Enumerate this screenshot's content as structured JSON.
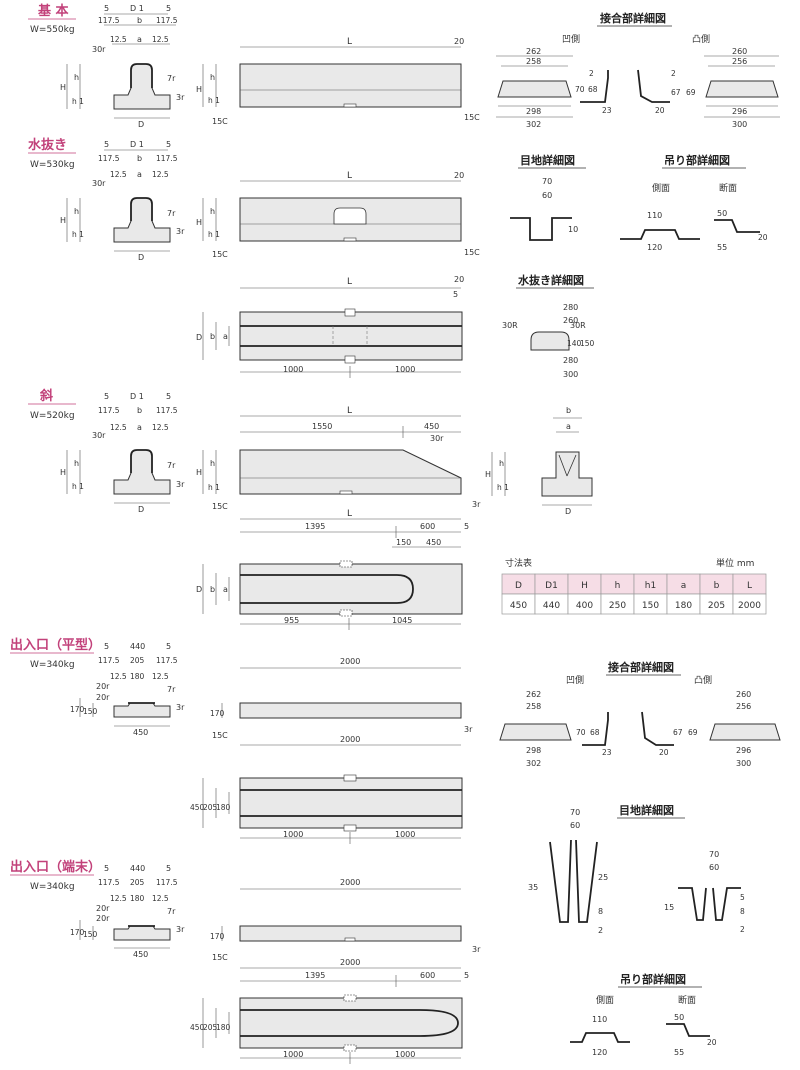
{
  "sections": {
    "basic": {
      "title": "基 本",
      "weight": "W=550kg"
    },
    "drain": {
      "title": "水抜き",
      "weight": "W=530kg"
    },
    "slant": {
      "title": "斜",
      "weight": "W=520kg"
    },
    "entrance_flat": {
      "title": "出入口（平型）",
      "weight": "W=340kg"
    },
    "entrance_end": {
      "title": "出入口（端末）",
      "weight": "W=340kg"
    }
  },
  "titles": {
    "joint_detail": "接合部詳細図",
    "concave": "凹側",
    "convex": "凸側",
    "joint_gap_detail": "目地詳細図",
    "lifting_detail": "吊り部詳細図",
    "side_view": "側面",
    "section_view": "断面",
    "drain_detail": "水抜き詳細図",
    "dim_table": "寸法表",
    "unit": "単位 mm"
  },
  "labels": {
    "D": "D",
    "D1": "D 1",
    "H": "H",
    "h": "h",
    "h1": "h 1",
    "a": "a",
    "b": "b",
    "L": "L",
    "five": "5",
    "twenty": "20",
    "r30": "30r",
    "r7": "7r",
    "r3": "3r",
    "c15": "15C",
    "r30cap": "30R",
    "d117": "117.5",
    "d125": "12.5",
    "d1000": "1000",
    "d1550": "1550",
    "d450": "450",
    "d1395": "1395",
    "d600": "600",
    "d150": "150",
    "d955": "955",
    "d1045": "1045",
    "d440": "440",
    "d205": "205",
    "d180": "180",
    "d170": "170",
    "d2000": "2000",
    "j262": "262",
    "j258": "258",
    "j298": "298",
    "j302": "302",
    "j260": "260",
    "j256": "256",
    "j296": "296",
    "j300": "300",
    "j70": "70",
    "j68": "68",
    "j2": "2",
    "j23": "23",
    "j67": "67",
    "j69": "69",
    "g60": "60",
    "g10": "10",
    "l110": "110",
    "l120": "120",
    "l50": "50",
    "l55": "55",
    "w280": "280",
    "w260": "260",
    "w140": "140",
    "w35": "35",
    "w25": "25",
    "w8": "8",
    "w15": "15"
  },
  "table": {
    "headers": [
      "D",
      "D1",
      "H",
      "h",
      "h1",
      "a",
      "b",
      "L"
    ],
    "values": [
      "450",
      "440",
      "400",
      "250",
      "150",
      "180",
      "205",
      "2000"
    ]
  },
  "colors": {
    "accent": "#c2417a",
    "header_fill": "#f6dde6",
    "body_fill": "#e9e9e9"
  }
}
